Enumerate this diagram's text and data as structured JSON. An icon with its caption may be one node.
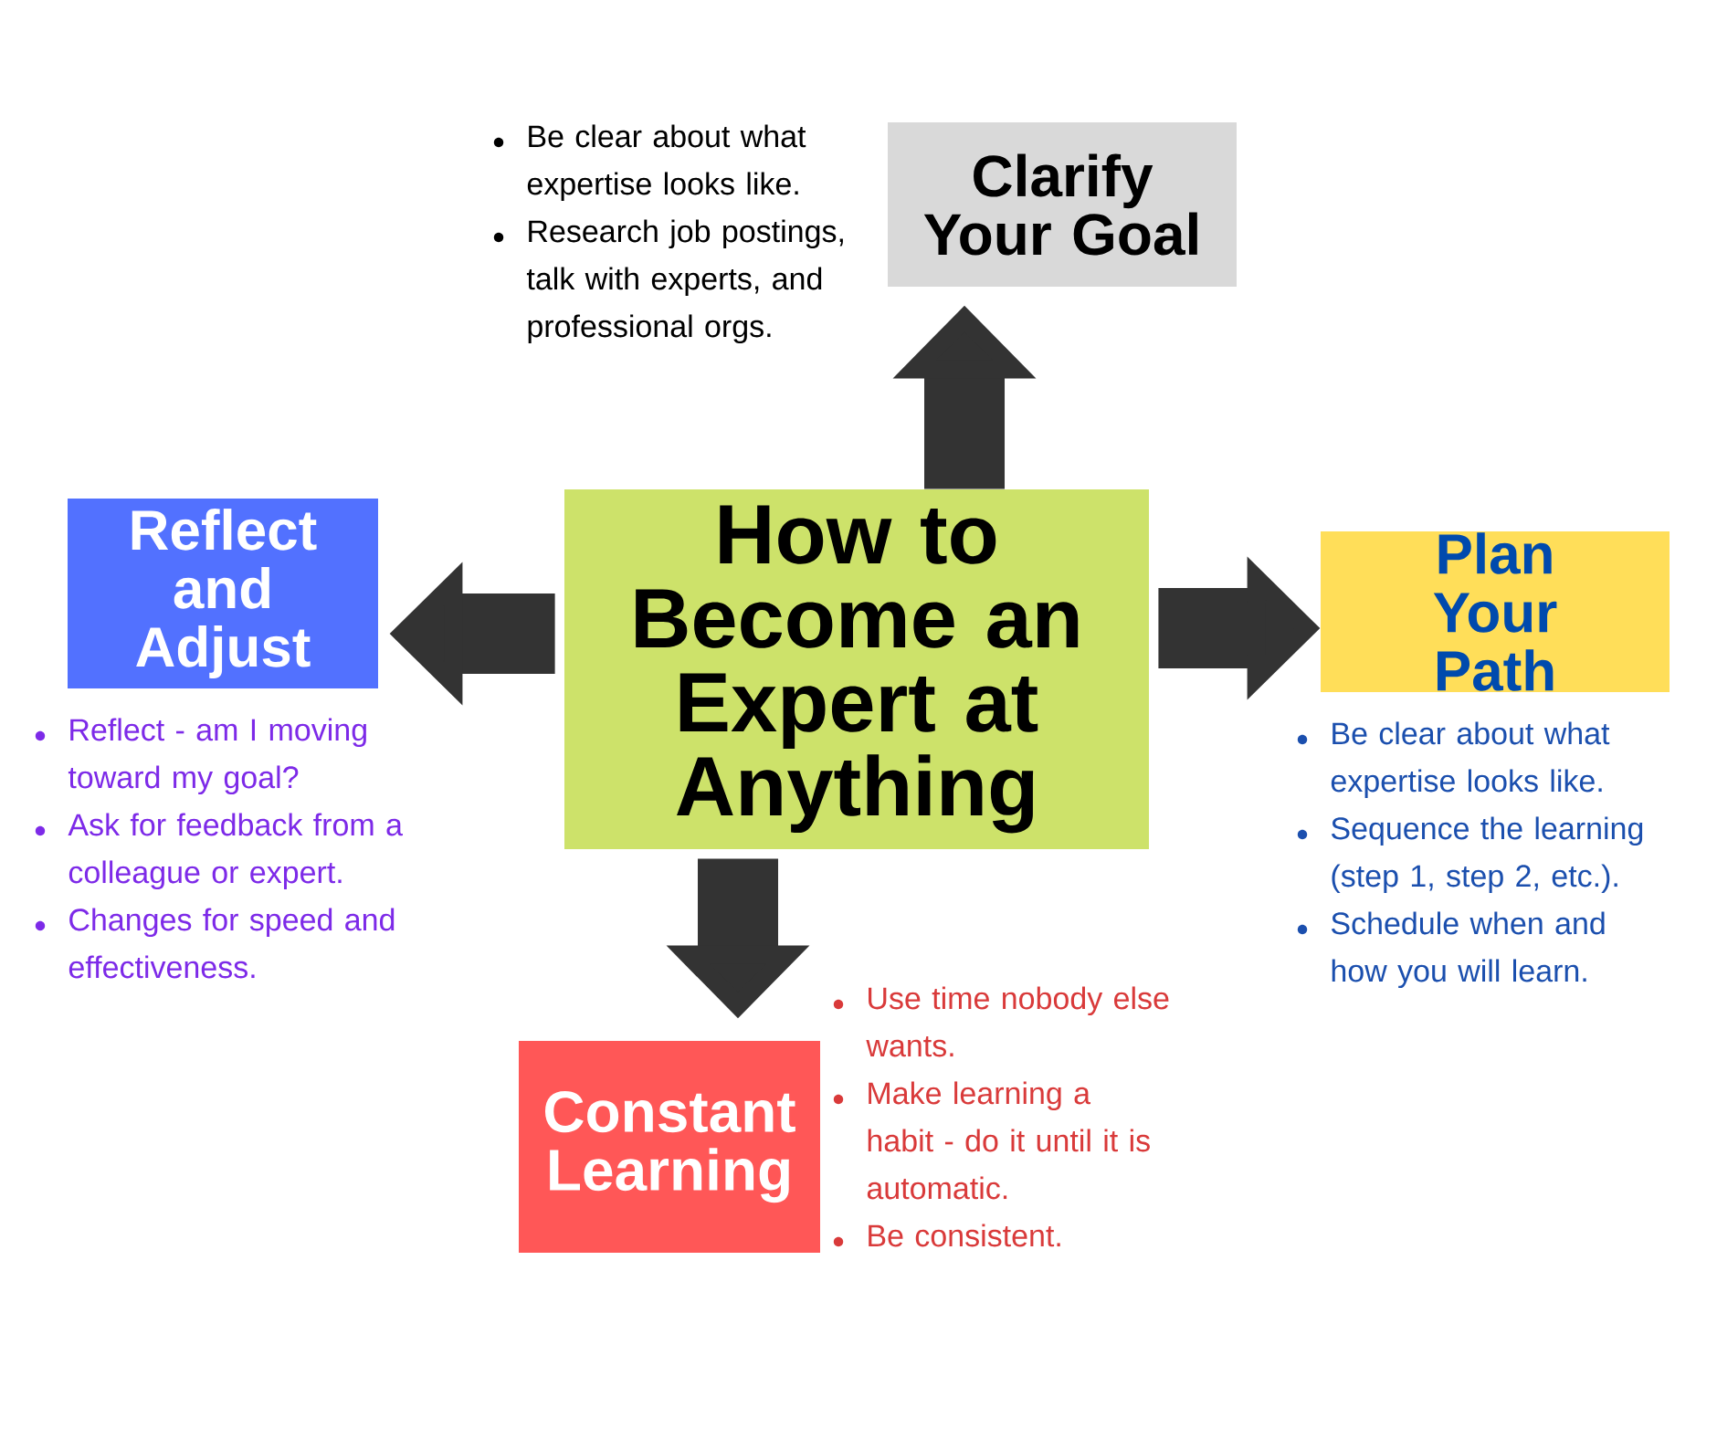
{
  "diagram": {
    "nodes": [
      {
        "text": [
          "How to Become an Expert at Anything"
        ]
      },
      {
        "text": [
          "Clarify Your Goal"
        ],
        "beside": [
          "Be clear about what expertise looks like.",
          "Research job postings, talk with experts, and professional orgs."
        ]
      },
      {
        "text": [
          "Plan Your Path"
        ],
        "beside": [
          "Be clear about what expertise looks like.",
          "Sequence the learning (step 1, step 2, etc.).",
          "Schedule when and how you will learn."
        ]
      },
      {
        "text": [
          "Constant Learning"
        ],
        "beside": [
          "Use time nobody else wants.",
          "Make learning a habit - do it until it is automatic.",
          "Be consistent."
        ]
      },
      {
        "text": [
          "Reflect and Adjust"
        ],
        "beside": [
          "Reflect - am I moving toward my goal?",
          "Ask for feedback from a colleague or expert.",
          "Changes for speed and effectiveness."
        ]
      }
    ],
    "edges": [
      {
        "from": 0,
        "to": 1,
        "arrow": "to"
      },
      {
        "from": 0,
        "to": 2,
        "arrow": "to"
      },
      {
        "from": 0,
        "to": 3,
        "arrow": "to"
      },
      {
        "from": 0,
        "to": 4,
        "arrow": "to"
      }
    ]
  }
}
